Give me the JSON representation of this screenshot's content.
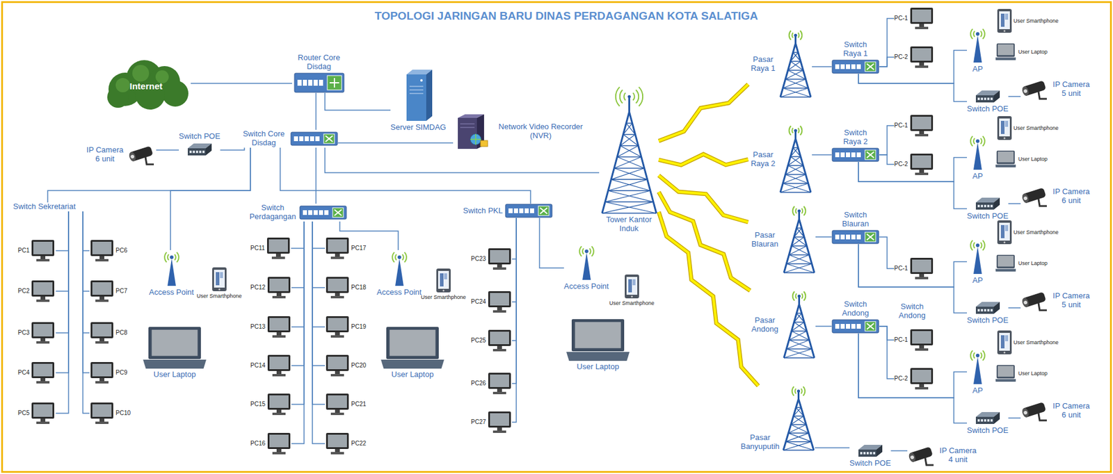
{
  "diagram": {
    "title": "TOPOLOGI JARINGAN BARU DINAS PERDAGANGAN KOTA SALATIGA",
    "nodes": [
      {
        "text": [
          "Internet"
        ]
      },
      {
        "text": [
          "Router Core Disdag"
        ]
      },
      {
        "text": [
          "Server SIMDAG"
        ]
      },
      {
        "text": [
          "Switch Core Disdag"
        ]
      },
      {
        "text": [
          "Network Video Recorder (NVR)"
        ]
      },
      {
        "text": [
          "Switch POE"
        ]
      },
      {
        "text": [
          "IP Camera 6 unit"
        ]
      },
      {
        "text": [
          "Switch Sekretariat"
        ]
      },
      {
        "text": [
          "PC1"
        ]
      },
      {
        "text": [
          "PC2"
        ]
      },
      {
        "text": [
          "PC3"
        ]
      },
      {
        "text": [
          "PC4"
        ]
      },
      {
        "text": [
          "PC5"
        ]
      },
      {
        "text": [
          "PC6"
        ]
      },
      {
        "text": [
          "PC7"
        ]
      },
      {
        "text": [
          "PC8"
        ]
      },
      {
        "text": [
          "PC9"
        ]
      },
      {
        "text": [
          "PC10"
        ]
      },
      {
        "text": [
          "Access Point"
        ]
      },
      {
        "text": [
          "User Smarthphone"
        ]
      },
      {
        "text": [
          "User Laptop"
        ]
      },
      {
        "text": [
          "Switch Perdagangan"
        ]
      },
      {
        "text": [
          "PC11"
        ]
      },
      {
        "text": [
          "PC12"
        ]
      },
      {
        "text": [
          "PC13"
        ]
      },
      {
        "text": [
          "PC14"
        ]
      },
      {
        "text": [
          "PC15"
        ]
      },
      {
        "text": [
          "PC16"
        ]
      },
      {
        "text": [
          "PC17"
        ]
      },
      {
        "text": [
          "PC18"
        ]
      },
      {
        "text": [
          "PC19"
        ]
      },
      {
        "text": [
          "PC20"
        ]
      },
      {
        "text": [
          "PC21"
        ]
      },
      {
        "text": [
          "PC22"
        ]
      },
      {
        "text": [
          "Access Point"
        ]
      },
      {
        "text": [
          "User Smarthphone"
        ]
      },
      {
        "text": [
          "User Laptop"
        ]
      },
      {
        "text": [
          "Switch PKL"
        ]
      },
      {
        "text": [
          "PC23"
        ]
      },
      {
        "text": [
          "PC24"
        ]
      },
      {
        "text": [
          "PC25"
        ]
      },
      {
        "text": [
          "PC26"
        ]
      },
      {
        "text": [
          "PC27"
        ]
      },
      {
        "text": [
          "Access Point"
        ]
      },
      {
        "text": [
          "User Smarthphone"
        ]
      },
      {
        "text": [
          "User Laptop"
        ]
      },
      {
        "text": [
          "Tower Kantor Induk"
        ]
      },
      {
        "text": [
          "Pasar Raya 1"
        ]
      },
      {
        "text": [
          "Switch Raya 1"
        ]
      },
      {
        "text": [
          "PC-1"
        ]
      },
      {
        "text": [
          "PC-2"
        ]
      },
      {
        "text": [
          "AP"
        ]
      },
      {
        "text": [
          "User Smarthphone"
        ]
      },
      {
        "text": [
          "User Laptop"
        ]
      },
      {
        "text": [
          "Switch POE"
        ]
      },
      {
        "text": [
          "IP Camera 5 unit"
        ]
      },
      {
        "text": [
          "Pasar Raya 2"
        ]
      },
      {
        "text": [
          "Switch Raya 2"
        ]
      },
      {
        "text": [
          "PC-1"
        ]
      },
      {
        "text": [
          "PC-2"
        ]
      },
      {
        "text": [
          "AP"
        ]
      },
      {
        "text": [
          "User Smarthphone"
        ]
      },
      {
        "text": [
          "User Laptop"
        ]
      },
      {
        "text": [
          "Switch POE"
        ]
      },
      {
        "text": [
          "IP Camera 6 unit"
        ]
      },
      {
        "text": [
          "Pasar Blauran"
        ]
      },
      {
        "text": [
          "Switch Blauran"
        ]
      },
      {
        "text": [
          "PC-1"
        ]
      },
      {
        "text": [
          "AP"
        ]
      },
      {
        "text": [
          "User Smarthphone"
        ]
      },
      {
        "text": [
          "User Laptop"
        ]
      },
      {
        "text": [
          "Switch POE"
        ]
      },
      {
        "text": [
          "IP Camera 5 unit"
        ]
      },
      {
        "text": [
          "Pasar Andong"
        ]
      },
      {
        "text": [
          "Switch Andong"
        ]
      },
      {
        "text": [
          "PC-1"
        ]
      },
      {
        "text": [
          "PC-2"
        ]
      },
      {
        "text": [
          "AP"
        ]
      },
      {
        "text": [
          "User Smarthphone"
        ]
      },
      {
        "text": [
          "User Laptop"
        ]
      },
      {
        "text": [
          "Switch POE"
        ]
      },
      {
        "text": [
          "IP Camera 6 unit"
        ]
      },
      {
        "text": [
          "Pasar Banyuputih"
        ]
      },
      {
        "text": [
          "Switch POE"
        ]
      },
      {
        "text": [
          "IP Camera 4 unit"
        ]
      }
    ],
    "edges": [
      {
        "from": 0,
        "to": 1,
        "arrow": "none"
      },
      {
        "from": 1,
        "to": 2,
        "arrow": "none"
      },
      {
        "from": 1,
        "to": 3,
        "arrow": "none"
      },
      {
        "from": 3,
        "to": 4,
        "arrow": "none"
      },
      {
        "from": 3,
        "to": 46,
        "arrow": "none"
      },
      {
        "from": 3,
        "to": 5,
        "arrow": "none"
      },
      {
        "from": 5,
        "to": 6,
        "arrow": "none"
      },
      {
        "from": 3,
        "to": 7,
        "arrow": "none"
      },
      {
        "from": 3,
        "to": 18,
        "arrow": "none"
      },
      {
        "from": 3,
        "to": 21,
        "arrow": "none"
      },
      {
        "from": 3,
        "to": 37,
        "arrow": "none"
      },
      {
        "from": 7,
        "to": 8,
        "arrow": "none"
      },
      {
        "from": 7,
        "to": 9,
        "arrow": "none"
      },
      {
        "from": 7,
        "to": 10,
        "arrow": "none"
      },
      {
        "from": 7,
        "to": 11,
        "arrow": "none"
      },
      {
        "from": 7,
        "to": 12,
        "arrow": "none"
      },
      {
        "from": 7,
        "to": 13,
        "arrow": "none"
      },
      {
        "from": 7,
        "to": 14,
        "arrow": "none"
      },
      {
        "from": 7,
        "to": 15,
        "arrow": "none"
      },
      {
        "from": 7,
        "to": 16,
        "arrow": "none"
      },
      {
        "from": 7,
        "to": 17,
        "arrow": "none"
      },
      {
        "from": 21,
        "to": 22,
        "arrow": "none"
      },
      {
        "from": 21,
        "to": 23,
        "arrow": "none"
      },
      {
        "from": 21,
        "to": 24,
        "arrow": "none"
      },
      {
        "from": 21,
        "to": 25,
        "arrow": "none"
      },
      {
        "from": 21,
        "to": 26,
        "arrow": "none"
      },
      {
        "from": 21,
        "to": 27,
        "arrow": "none"
      },
      {
        "from": 21,
        "to": 28,
        "arrow": "none"
      },
      {
        "from": 21,
        "to": 29,
        "arrow": "none"
      },
      {
        "from": 21,
        "to": 30,
        "arrow": "none"
      },
      {
        "from": 21,
        "to": 31,
        "arrow": "none"
      },
      {
        "from": 21,
        "to": 32,
        "arrow": "none"
      },
      {
        "from": 21,
        "to": 33,
        "arrow": "none"
      },
      {
        "from": 21,
        "to": 34,
        "arrow": "none"
      },
      {
        "from": 37,
        "to": 38,
        "arrow": "none"
      },
      {
        "from": 37,
        "to": 39,
        "arrow": "none"
      },
      {
        "from": 37,
        "to": 40,
        "arrow": "none"
      },
      {
        "from": 37,
        "to": 41,
        "arrow": "none"
      },
      {
        "from": 37,
        "to": 42,
        "arrow": "none"
      },
      {
        "from": 37,
        "to": 43,
        "arrow": "none"
      },
      {
        "from": 46,
        "to": 47,
        "arrow": "none"
      },
      {
        "from": 46,
        "to": 56,
        "arrow": "none"
      },
      {
        "from": 46,
        "to": 65,
        "arrow": "none"
      },
      {
        "from": 46,
        "to": 73,
        "arrow": "none"
      },
      {
        "from": 46,
        "to": 82,
        "arrow": "none"
      },
      {
        "from": 47,
        "to": 48,
        "arrow": "none"
      },
      {
        "from": 48,
        "to": 49,
        "arrow": "none"
      },
      {
        "from": 48,
        "to": 50,
        "arrow": "none"
      },
      {
        "from": 48,
        "to": 51,
        "arrow": "none"
      },
      {
        "from": 48,
        "to": 54,
        "arrow": "none"
      },
      {
        "from": 54,
        "to": 55,
        "arrow": "none"
      },
      {
        "from": 56,
        "to": 57,
        "arrow": "none"
      },
      {
        "from": 57,
        "to": 58,
        "arrow": "none"
      },
      {
        "from": 57,
        "to": 59,
        "arrow": "none"
      },
      {
        "from": 57,
        "to": 60,
        "arrow": "none"
      },
      {
        "from": 57,
        "to": 63,
        "arrow": "none"
      },
      {
        "from": 63,
        "to": 64,
        "arrow": "none"
      },
      {
        "from": 65,
        "to": 66,
        "arrow": "none"
      },
      {
        "from": 66,
        "to": 67,
        "arrow": "none"
      },
      {
        "from": 66,
        "to": 68,
        "arrow": "none"
      },
      {
        "from": 66,
        "to": 71,
        "arrow": "none"
      },
      {
        "from": 71,
        "to": 72,
        "arrow": "none"
      },
      {
        "from": 73,
        "to": 74,
        "arrow": "none"
      },
      {
        "from": 74,
        "to": 75,
        "arrow": "none"
      },
      {
        "from": 74,
        "to": 76,
        "arrow": "none"
      },
      {
        "from": 74,
        "to": 77,
        "arrow": "none"
      },
      {
        "from": 74,
        "to": 80,
        "arrow": "none"
      },
      {
        "from": 80,
        "to": 81,
        "arrow": "none"
      },
      {
        "from": 82,
        "to": 83,
        "arrow": "none"
      },
      {
        "from": 83,
        "to": 84,
        "arrow": "none"
      }
    ],
    "labels": [
      "Switch Andong"
    ]
  }
}
